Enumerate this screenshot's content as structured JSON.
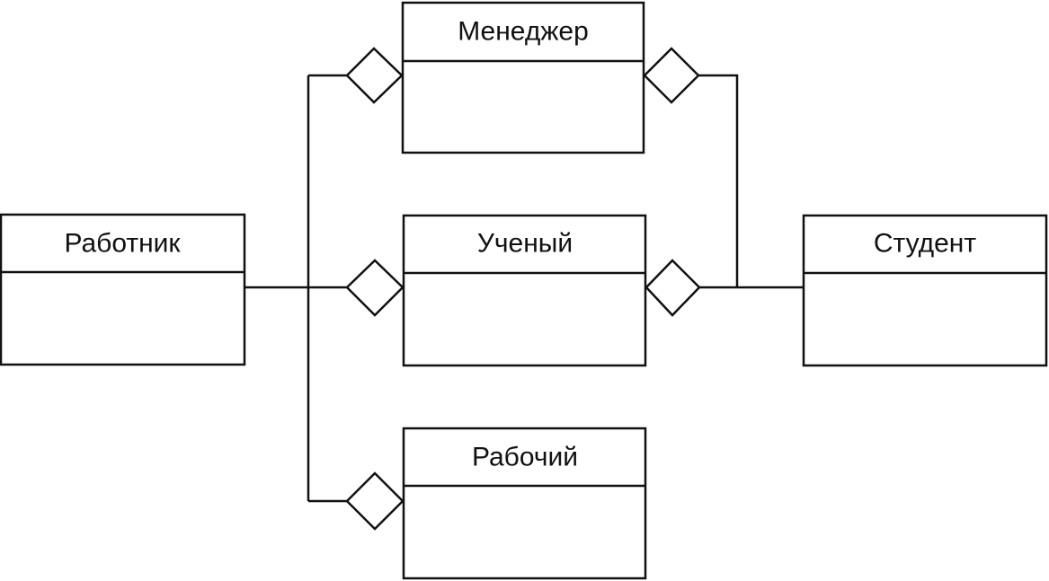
{
  "diagram": {
    "classes": {
      "rabotnik": "Работник",
      "menedzher": "Менеджер",
      "uchenyi": "Ученый",
      "rabochii": "Рабочий",
      "student": "Студент"
    }
  }
}
